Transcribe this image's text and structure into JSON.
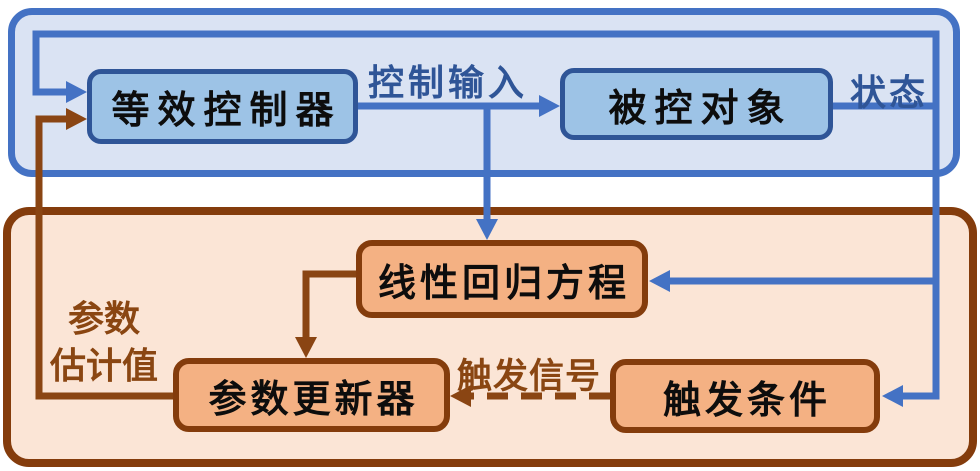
{
  "blocks": {
    "equivalent_controller": "等效控制器",
    "controlled_plant": "被控对象",
    "linear_regression": "线性回归方程",
    "parameter_updater": "参数更新器",
    "trigger_condition": "触发条件"
  },
  "edge_labels": {
    "control_input": "控制输入",
    "state": "状态",
    "parameter_estimate_line1": "参数",
    "parameter_estimate_line2": "估计值",
    "trigger_signal": "触发信号"
  },
  "connections": [
    {
      "from": "被控对象",
      "to": "等效控制器",
      "label": "状态",
      "style": "solid",
      "color": "#4472c4"
    },
    {
      "from": "等效控制器",
      "to": "被控对象",
      "label": "控制输入",
      "style": "solid",
      "color": "#4472c4"
    },
    {
      "from": "控制输入",
      "to": "线性回归方程",
      "label": "",
      "style": "solid",
      "color": "#4472c4"
    },
    {
      "from": "状态",
      "to": "线性回归方程",
      "label": "",
      "style": "solid",
      "color": "#4472c4"
    },
    {
      "from": "状态",
      "to": "触发条件",
      "label": "",
      "style": "solid",
      "color": "#4472c4"
    },
    {
      "from": "线性回归方程",
      "to": "参数更新器",
      "label": "",
      "style": "solid",
      "color": "#8a4513"
    },
    {
      "from": "触发条件",
      "to": "参数更新器",
      "label": "触发信号",
      "style": "dashed",
      "color": "#8a4513"
    },
    {
      "from": "参数更新器",
      "to": "等效控制器",
      "label": "参数估计值",
      "style": "solid",
      "color": "#8a4513"
    }
  ],
  "colors": {
    "blue_panel_fill": "#dae3f3",
    "blue_panel_border": "#4472c4",
    "blue_box_fill": "#9dc3e6",
    "blue_box_border": "#2f5597",
    "blue_line": "#4472c4",
    "blue_text": "#2f5597",
    "orange_panel_fill": "#fbe5d6",
    "orange_box_fill": "#f4b183",
    "orange_border": "#843c0c",
    "brown_line": "#8a4513",
    "brown_text": "#8a4612",
    "box_text": "#0d0d0d"
  }
}
